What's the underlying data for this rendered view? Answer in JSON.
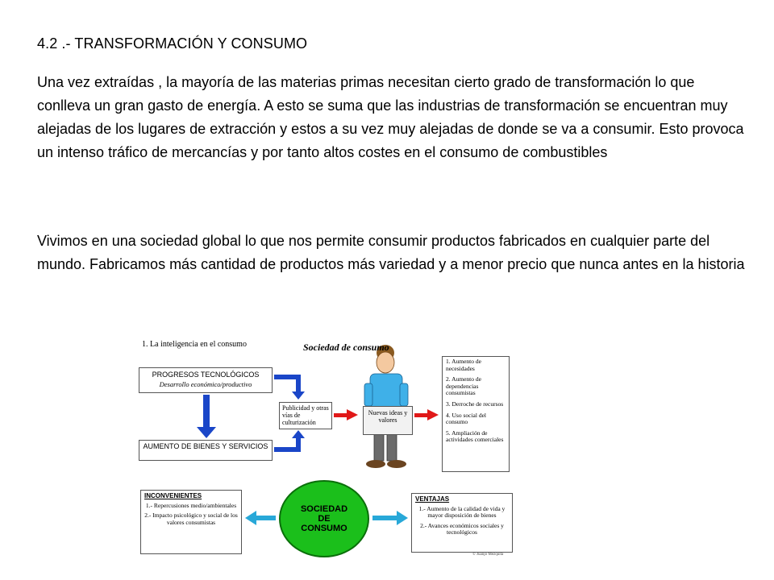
{
  "slide": {
    "title": "4.2 .- TRANSFORMACIÓN Y CONSUMO",
    "paragraph1": "Una vez extraídas , la mayoría de las materias primas necesitan cierto grado de transformación lo que conlleva un gran gasto de energía. A esto se suma que las industrias de transformación se encuentran muy alejadas de los lugares de extracción y estos a su vez muy alejadas de donde se va a consumir. Esto provoca un intenso tráfico de mercancías y por tanto altos costes en el consumo de combustibles",
    "paragraph2": "Vivimos en una sociedad global lo que nos permite consumir productos fabricados en cualquier parte del mundo. Fabricamos más cantidad de productos más variedad y a menor precio que nunca antes en la historia"
  },
  "diagram": {
    "caption": "1. La inteligencia en el consumo",
    "title": "Sociedad de consumo",
    "progresos_title": "PROGRESOS TECNOLÓGICOS",
    "progresos_sub": "Desarrollo económico/productivo",
    "aumento": "AUMENTO DE BIENES Y SERVICIOS",
    "publicidad": "Publicidad y otras vías de culturización",
    "nuevas": "Nuevas ideas y valores",
    "list": [
      "1. Aumento de necesidades",
      "2. Aumento de dependencias consumistas",
      "3. Derroche de recursos",
      "4. Uso social del consumo",
      "5. Ampliación de actividades comerciales"
    ],
    "circle": "SOCIEDAD DE CONSUMO",
    "inconvenientes_title": "INCONVENIENTES",
    "inconvenientes": [
      "1.- Repercusiones medio/ambientales",
      "2.- Impacto psicológico y social de los valores consumistas"
    ],
    "ventajas_title": "VENTAJAS",
    "ventajas": [
      "1.- Aumento de la calidad de vida y mayor disposición de bienes",
      "2.- Avances económicos sociales y tecnológicos"
    ],
    "copyright": "© Juanjo Mezquita",
    "colors": {
      "arrow_blue": "#1a46c8",
      "arrow_red": "#e01818",
      "arrow_cyan": "#28a8d8",
      "circle_green": "#1bbf1b"
    }
  }
}
